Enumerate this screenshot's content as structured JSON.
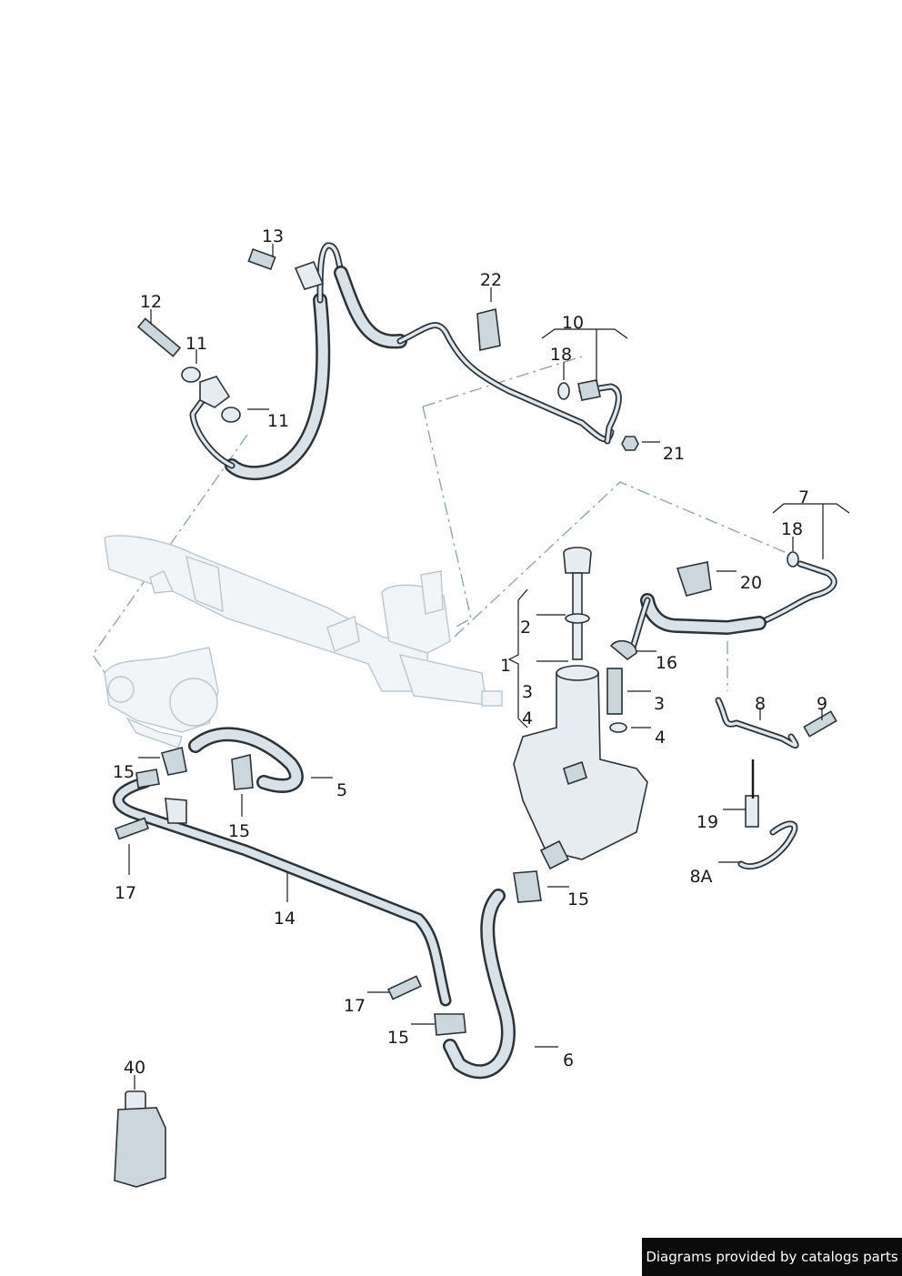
{
  "callouts": [
    {
      "id": "13",
      "text": "13"
    },
    {
      "id": "22",
      "text": "22"
    },
    {
      "id": "12",
      "text": "12"
    },
    {
      "id": "11a",
      "text": "11"
    },
    {
      "id": "11b",
      "text": "11"
    },
    {
      "id": "10",
      "text": "10"
    },
    {
      "id": "18a",
      "text": "18"
    },
    {
      "id": "21",
      "text": "21"
    },
    {
      "id": "7",
      "text": "7"
    },
    {
      "id": "18b",
      "text": "18"
    },
    {
      "id": "20",
      "text": "20"
    },
    {
      "id": "2",
      "text": "2"
    },
    {
      "id": "1",
      "text": "1"
    },
    {
      "id": "16",
      "text": "16"
    },
    {
      "id": "3a",
      "text": "3"
    },
    {
      "id": "3b",
      "text": "3"
    },
    {
      "id": "4a",
      "text": "4"
    },
    {
      "id": "4b",
      "text": "4"
    },
    {
      "id": "8",
      "text": "8"
    },
    {
      "id": "9",
      "text": "9"
    },
    {
      "id": "15a",
      "text": "15"
    },
    {
      "id": "5",
      "text": "5"
    },
    {
      "id": "15b",
      "text": "15"
    },
    {
      "id": "19",
      "text": "19"
    },
    {
      "id": "17a",
      "text": "17"
    },
    {
      "id": "14",
      "text": "14"
    },
    {
      "id": "8A",
      "text": "8A"
    },
    {
      "id": "15c",
      "text": "15"
    },
    {
      "id": "17b",
      "text": "17"
    },
    {
      "id": "15d",
      "text": "15"
    },
    {
      "id": "6",
      "text": "6"
    },
    {
      "id": "40",
      "text": "40"
    }
  ],
  "footer": {
    "credit": "Diagrams provided by catalogs parts"
  }
}
